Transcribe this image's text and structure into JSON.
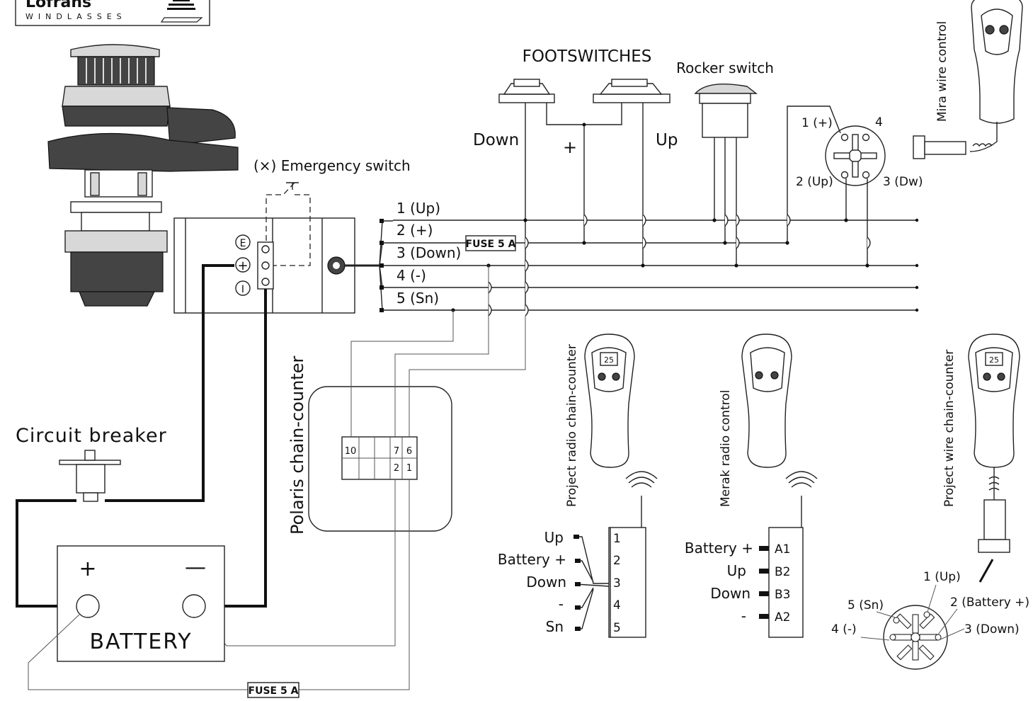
{
  "logo": {
    "brand": "Lofrans'",
    "tagline": "WINDLASSES"
  },
  "footswitches": {
    "title": "FOOTSWITCHES",
    "down": "Down",
    "up": "Up",
    "plus": "+"
  },
  "rocker_switch": {
    "label": "Rocker switch"
  },
  "mira": {
    "label": "Mira wire control",
    "pin1": "1 (+)",
    "pin4": "4",
    "pin2": "2 (Up)",
    "pin3": "3 (Dw)"
  },
  "emergency": {
    "label": "(×) Emergency switch"
  },
  "motor_terminals": {
    "e": "E",
    "plus": "+",
    "minus": "I"
  },
  "bus_lines": [
    "1 (Up)",
    "2 (+)",
    "3 (Down)",
    "4 (-)",
    "5 (Sn)"
  ],
  "fuse_top": "FUSE 5 A",
  "fuse_bottom": "FUSE 5 A",
  "polaris": {
    "label": "Polaris chain-counter",
    "pins": [
      "10",
      "7",
      "6",
      "2",
      "1"
    ]
  },
  "circuit_breaker": "Circuit breaker",
  "battery": {
    "label": "BATTERY",
    "plus": "+",
    "minus": "—"
  },
  "project_radio": {
    "label": "Project radio chain-counter",
    "display": "25",
    "rows": [
      {
        "name": "Up",
        "pin": "1"
      },
      {
        "name": "Battery +",
        "pin": "2"
      },
      {
        "name": "Down",
        "pin": "3"
      },
      {
        "name": "-",
        "pin": "4"
      },
      {
        "name": "Sn",
        "pin": "5"
      }
    ]
  },
  "merak_radio": {
    "label": "Merak radio control",
    "rows": [
      {
        "name": "Battery +",
        "pin": "A1"
      },
      {
        "name": "Up",
        "pin": "B2"
      },
      {
        "name": "Down",
        "pin": "B3"
      },
      {
        "name": "-",
        "pin": "A2"
      }
    ]
  },
  "project_wire": {
    "label": "Project wire chain-counter",
    "display": "25",
    "pin1": "1 (Up)",
    "pin2": "2 (Battery +)",
    "pin3": "3 (Down)",
    "pin4": "4 (-)",
    "pin5": "5 (Sn)"
  }
}
